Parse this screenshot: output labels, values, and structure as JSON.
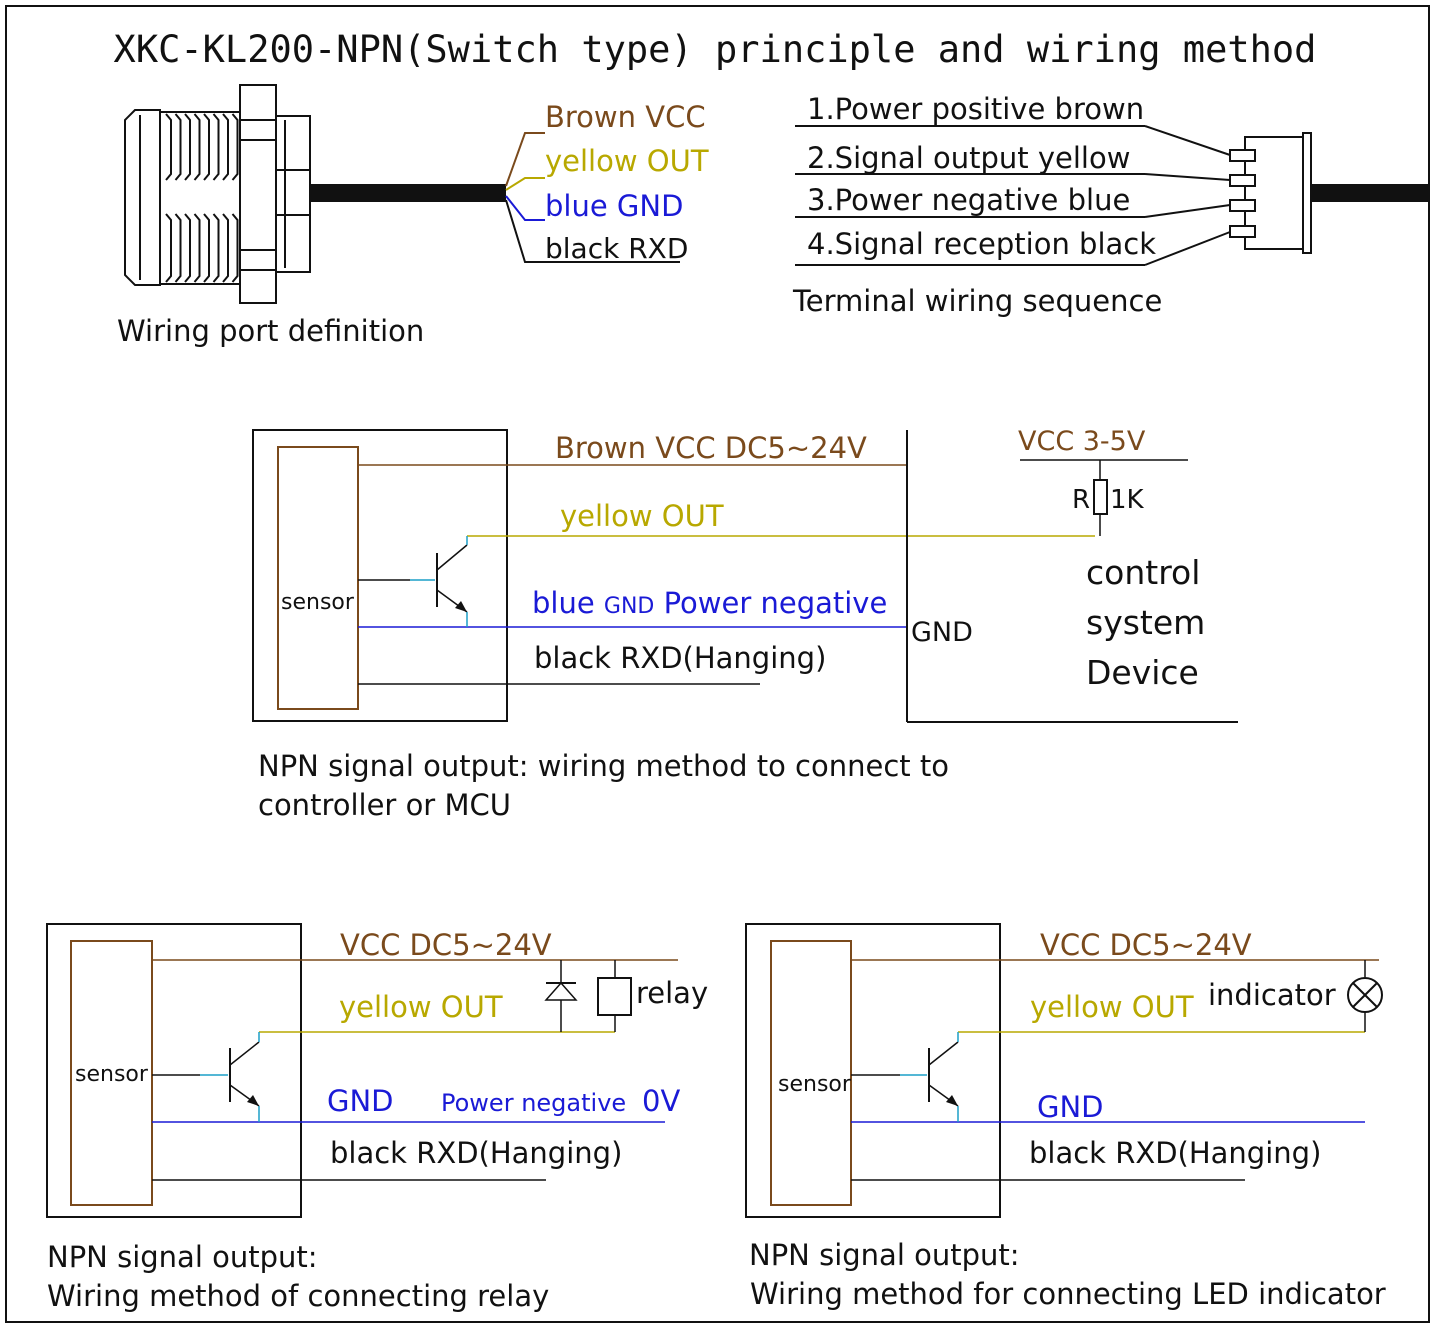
{
  "title": "XKC-KL200-NPN(Switch type) principle and wiring method",
  "colors": {
    "brown": "#7a4a1c",
    "yellow": "#b8a800",
    "blue": "#1a1ad6",
    "black": "#111111",
    "teal": "#1c9fc7"
  },
  "wiring_port": {
    "labels": [
      "Brown VCC",
      "yellow OUT",
      "blue GND",
      "black RXD"
    ],
    "caption": "Wiring port definition"
  },
  "terminal": {
    "labels": [
      "1.Power positive brown",
      "2.Signal output yellow",
      "3.Power negative blue",
      "4.Signal reception black"
    ],
    "caption": "Terminal wiring sequence"
  },
  "controller_diagram": {
    "sensor": "sensor",
    "vcc": "Brown VCC DC5~24V",
    "out": "yellow OUT",
    "gnd_blue": "blue ",
    "gnd_small": "GND",
    "gnd_rest": " Power negative",
    "rxd": "black RXD(Hanging)",
    "gnd_right": "GND",
    "vcc_right": "VCC 3-5V",
    "resistor_r": "R",
    "resistor_value": "1K",
    "device_lines": [
      "control",
      "system",
      "Device"
    ],
    "caption_lines": [
      "NPN signal output: wiring method to connect to",
      "controller or MCU"
    ]
  },
  "relay_diagram": {
    "sensor": "sensor",
    "vcc": "VCC DC5~24V",
    "out": "yellow OUT",
    "relay": "relay",
    "gnd": "GND",
    "power_negative": "Power negative",
    "zero_v": "0V",
    "rxd": "black RXD(Hanging)",
    "caption_lines": [
      "NPN signal output:",
      "Wiring method of connecting relay"
    ]
  },
  "led_diagram": {
    "sensor": "sensor",
    "vcc": "VCC DC5~24V",
    "out": "yellow OUT",
    "indicator": "indicator",
    "gnd": "GND",
    "rxd": "black RXD(Hanging)",
    "caption_lines": [
      "NPN signal output:",
      "Wiring method for connecting LED indicator"
    ]
  }
}
